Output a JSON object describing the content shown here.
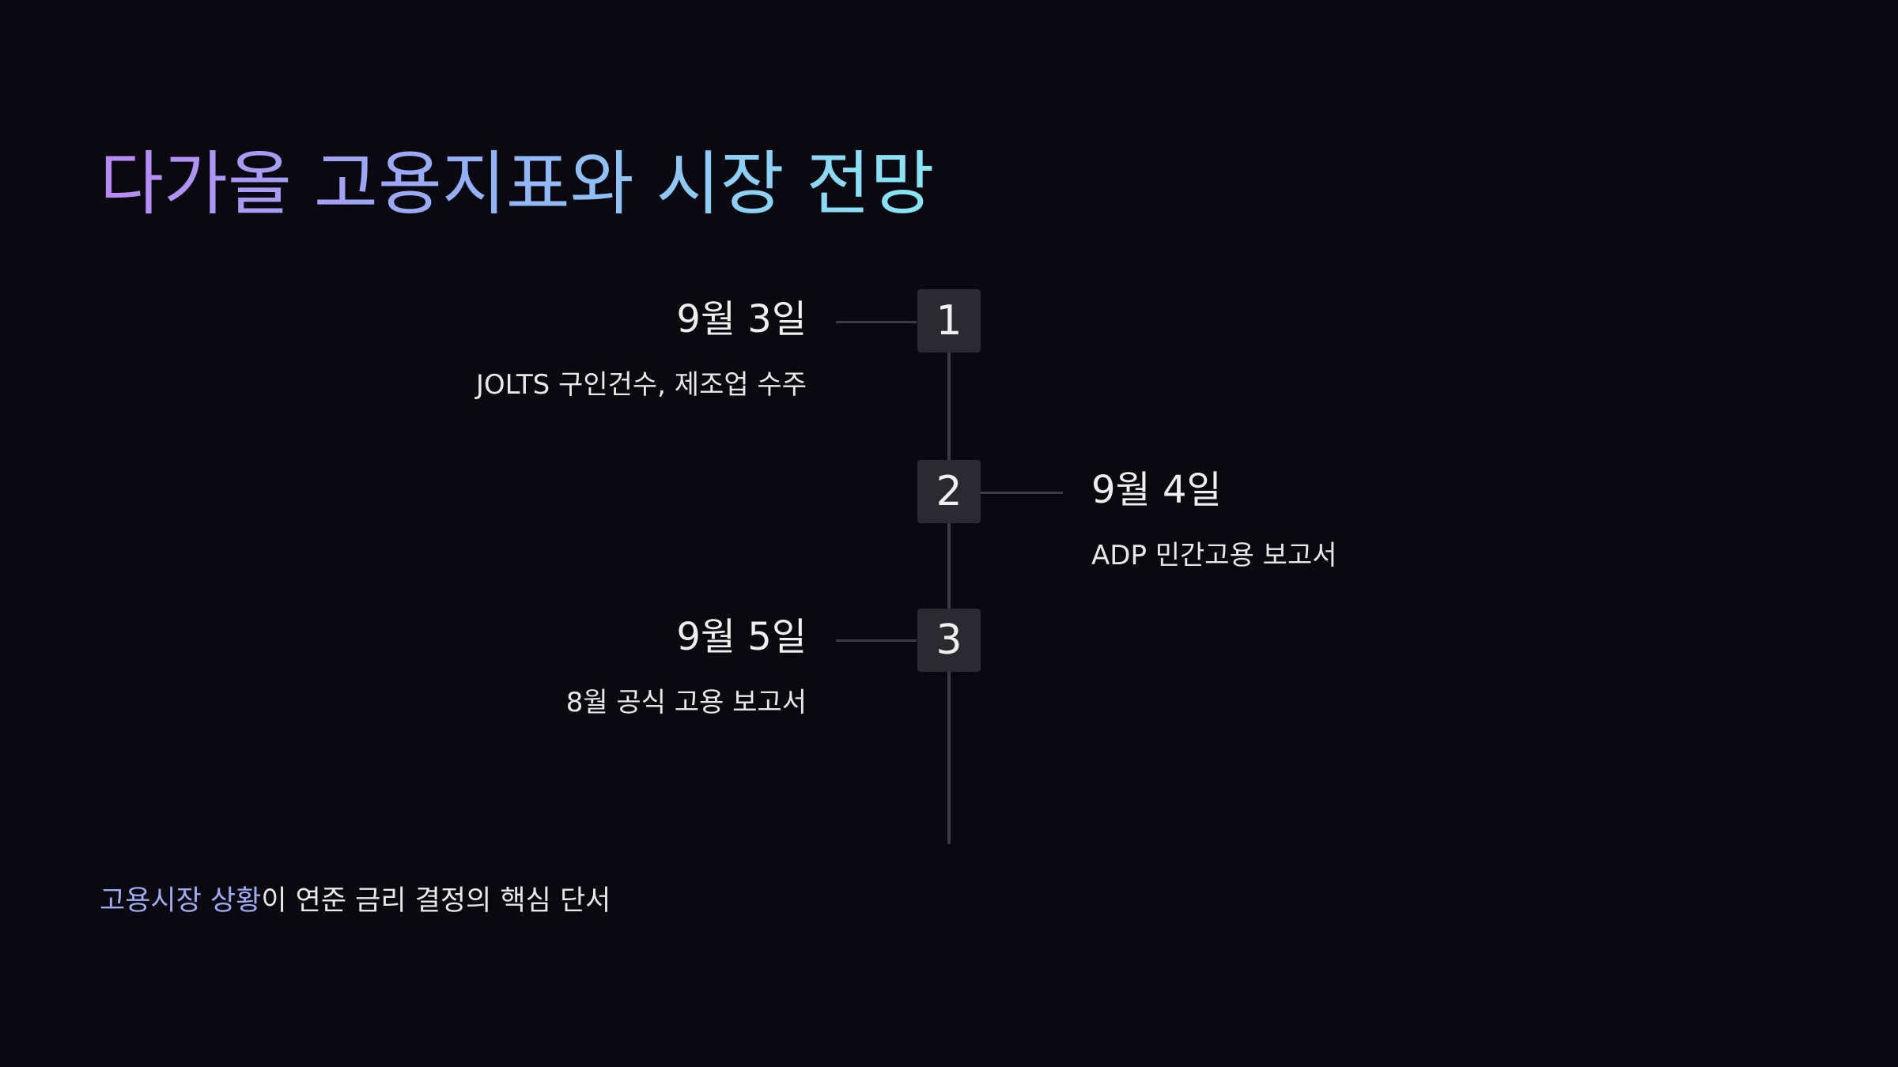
{
  "title": "다가올 고용지표와 시장 전망",
  "title_gradient": [
    "#b98af4",
    "#93b1f7",
    "#88e6f5"
  ],
  "events": [
    {
      "number": "1",
      "date": "9월 3일",
      "description": "JOLTS 구인건수, 제조업 수주",
      "side": "left"
    },
    {
      "number": "2",
      "date": "9월 4일",
      "description": "ADP 민간고용 보고서",
      "side": "right"
    },
    {
      "number": "3",
      "date": "9월 5일",
      "description": "8월 공식 고용 보고서",
      "side": "left"
    }
  ],
  "footer": {
    "highlight": "고용시장 상황",
    "rest": "이 연준 금리 결정의 핵심 단서",
    "highlight_color": "#a0aaf2"
  },
  "colors": {
    "background": "#09090f",
    "node": "#2a2a30",
    "line": "#3b3b42"
  }
}
